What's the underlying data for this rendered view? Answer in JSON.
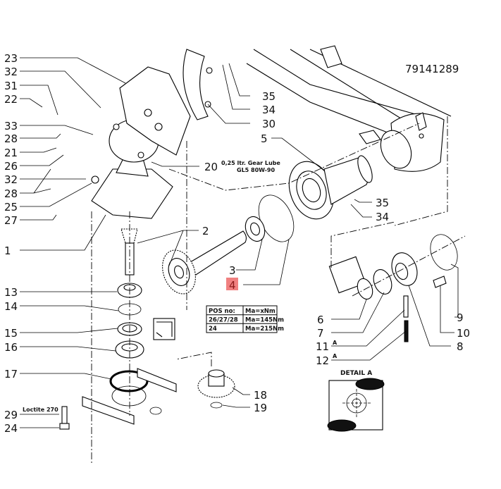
{
  "document_number": "79141289",
  "highlight_color": "#f08080",
  "callouts": {
    "n23": "23",
    "n32a": "32",
    "n31": "31",
    "n22": "22",
    "n33": "33",
    "n28a": "28",
    "n21": "21",
    "n26": "26",
    "n32b": "32",
    "n28b": "28",
    "n25": "25",
    "n27": "27",
    "n1": "1",
    "n2": "2",
    "n3": "3",
    "n4": "4",
    "n5": "5",
    "n20": "20",
    "n35a": "35",
    "n34a": "34",
    "n30": "30",
    "n35b": "35",
    "n34b": "34",
    "n13": "13",
    "n14": "14",
    "n15": "15",
    "n16": "16",
    "n17": "17",
    "n18": "18",
    "n19": "19",
    "n29": "29",
    "n24": "24",
    "n6": "6",
    "n7": "7",
    "n8": "8",
    "n9": "9",
    "n10": "10",
    "n11": "11",
    "n12": "12"
  },
  "highlighted_callout": "4",
  "notes": {
    "lube_line1": "0,25 ltr. Gear Lube",
    "lube_line2": "GL5 80W-90",
    "loctite": "Loctite 270",
    "detail_a_title": "DETAIL A",
    "ref_a_11": "A",
    "ref_a_12": "A"
  },
  "torque_table": {
    "header": [
      "POS no:",
      "Ma=xNm"
    ],
    "rows": [
      [
        "26/27/28",
        "Ma=145Nm"
      ],
      [
        "24",
        "Ma=215Nm"
      ]
    ]
  }
}
